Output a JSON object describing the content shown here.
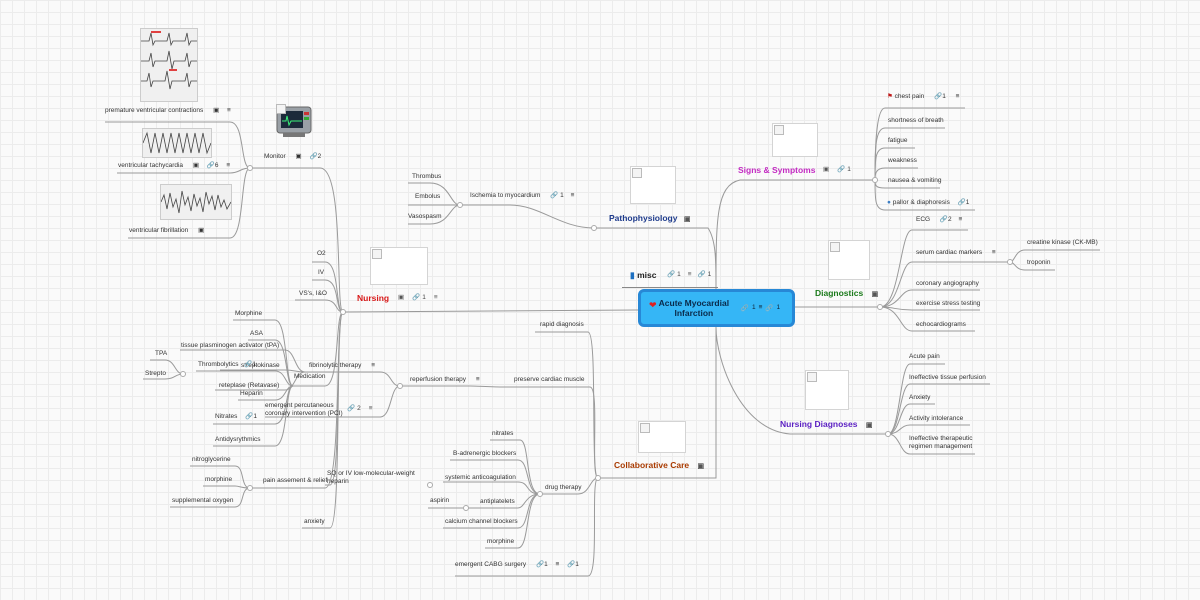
{
  "center": {
    "title": "Acute Myocardial Infarction",
    "links": "1",
    "notes": "",
    "tasks": "1"
  },
  "misc": {
    "label": "misc",
    "links": "1",
    "tasks": "1"
  },
  "pathophysiology": {
    "label": "Pathophysiology",
    "ischemia": {
      "label": "Ischemia to myocardium",
      "links": "1"
    },
    "causes": [
      "Thrombus",
      "Embolus",
      "Vasospasm"
    ]
  },
  "signs": {
    "label": "Signs & Symptoms",
    "links": "1",
    "items": [
      {
        "label": "chest pain",
        "links": "1"
      },
      {
        "label": "shortness of breath"
      },
      {
        "label": "fatigue"
      },
      {
        "label": "weakness"
      },
      {
        "label": "nausea & vomiting"
      },
      {
        "label": "pallor & diaphoresis",
        "links": "1"
      }
    ]
  },
  "diagnostics": {
    "label": "Diagnostics",
    "ecg": {
      "label": "ECG",
      "links": "2"
    },
    "markers": {
      "label": "serum cardiac markers",
      "items": [
        "creatine kinase (CK-MB)",
        "troponin"
      ]
    },
    "angiography": "coronary angiography",
    "stress": "exercise stress testing",
    "echo": "echocardiograms"
  },
  "nursing_diagnoses": {
    "label": "Nursing Diagnoses",
    "items": [
      "Acute pain",
      "Ineffective tissue perfusion",
      "Anxiety",
      "Activity intolerance",
      "Ineffective therapeutic regimen management"
    ]
  },
  "collaborative": {
    "label": "Collaborative Care",
    "rapid": "rapid diagnosis",
    "preserve": "preserve cardiac muscle",
    "drug": {
      "label": "drug therapy",
      "nitrates": "nitrates",
      "beta": "B-adrenergic blockers",
      "anticoag": "systemic anticoagulation",
      "antiplatelets": "antiplatelets",
      "aspirin": "aspirin",
      "ccb": "calcium channel blockers",
      "morphine": "morphine"
    },
    "cabg": {
      "label": "emergent CABG surgery",
      "links": "1",
      "tasks": "1"
    }
  },
  "reperfusion": {
    "label": "reperfusion therapy",
    "fibrinolytic": "fibrinolytic therapy",
    "tpa_full": "tissue plasminogen activator (tPA)",
    "tpa": "TPA",
    "streptokinase": "streptokinase",
    "strepto": "Strepto",
    "reteplase": "reteplase (Retavase)",
    "pci": {
      "label": "emergent percutaneous coronary intervention (PCI)",
      "links": "2"
    }
  },
  "nursing": {
    "label": "Nursing",
    "links": "1",
    "o2": "O2",
    "iv": "IV",
    "vs": "VS's, I&O",
    "monitor": {
      "label": "Monitor",
      "links": "2",
      "pvc": "premature ventricular contractions",
      "vtach": {
        "label": "ventricular tachycardia",
        "links": "6"
      },
      "vfib": "ventricular fibrillation"
    },
    "medication": {
      "label": "Medication",
      "items": [
        "Morphine",
        "ASA",
        "Heparin",
        "Nitrates",
        "Antidysrythmics"
      ],
      "thrombolytics": {
        "label": "Thrombolytics",
        "links": "1"
      },
      "nitrates_links": "1"
    },
    "pain": {
      "label": "pain assement & relief",
      "items": [
        "nitroglycerine",
        "morphine",
        "supplemental oxygen"
      ],
      "sq": "SQ or IV low-molecular-weight heparin"
    },
    "anxiety": "anxiety"
  }
}
